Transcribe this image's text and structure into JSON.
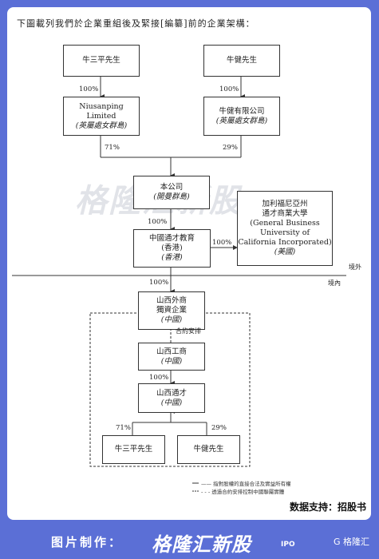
{
  "intro": "下圖載列我們於企業重組後及緊接[編纂]前的企業架構：",
  "watermark": "格隆汇新股",
  "boxes": {
    "niu_sanping_top": [
      "牛三平先生"
    ],
    "niu_jian_top": [
      "牛健先生"
    ],
    "niusanping_ltd": [
      "Niusanping",
      "Limited",
      "(英屬處女群島)"
    ],
    "niujian_ltd": [
      "牛健有限公司",
      "(英屬處女群島)"
    ],
    "company": [
      "本公司",
      "(開曼群島)"
    ],
    "china_tongcai": [
      "中國通才教育",
      "(香港)",
      "(香港)"
    ],
    "gbucal": [
      "加利福尼亞州",
      "通才商業大學",
      "(General Business",
      "University of",
      "California Incorporated)",
      "(美國)"
    ],
    "shanxi_wfoe": [
      "山西外商",
      "獨資企業",
      "(中國)"
    ],
    "shanxi_gongshang": [
      "山西工商",
      "(中國)"
    ],
    "shanxi_tongcai": [
      "山西通才",
      "(中國)"
    ],
    "niu_sanping_bottom": [
      "牛三平先生"
    ],
    "niu_jian_bottom": [
      "牛健先生"
    ]
  },
  "percentages": {
    "p_niusanping_ltd": "100%",
    "p_niujian_ltd": "100%",
    "p_71_top": "71%",
    "p_29_top": "29%",
    "p_company_to_hk": "100%",
    "p_hk_to_gbucal": "100%",
    "p_hk_to_wfoe": "100%",
    "p_gongshang_to_tongcai": "100%",
    "p_71_bottom": "71%",
    "p_29_bottom": "29%"
  },
  "labels": {
    "offshore": "境外",
    "onshore": "境內",
    "contractual": "合約安排"
  },
  "legend": {
    "solid": "—— 指對股權的直接合法及實益所有權",
    "dashed": "- - - 透過合約安排控制中國聯屬實體"
  },
  "data_source": "数据支持：招股书",
  "footer": {
    "made_by": "图片制作：",
    "brand": "格隆汇新股",
    "ipo": "IPO",
    "logo": "G 格隆汇"
  },
  "colors": {
    "background": "#5b6fd6",
    "card": "#ffffff",
    "line": "#333333"
  }
}
